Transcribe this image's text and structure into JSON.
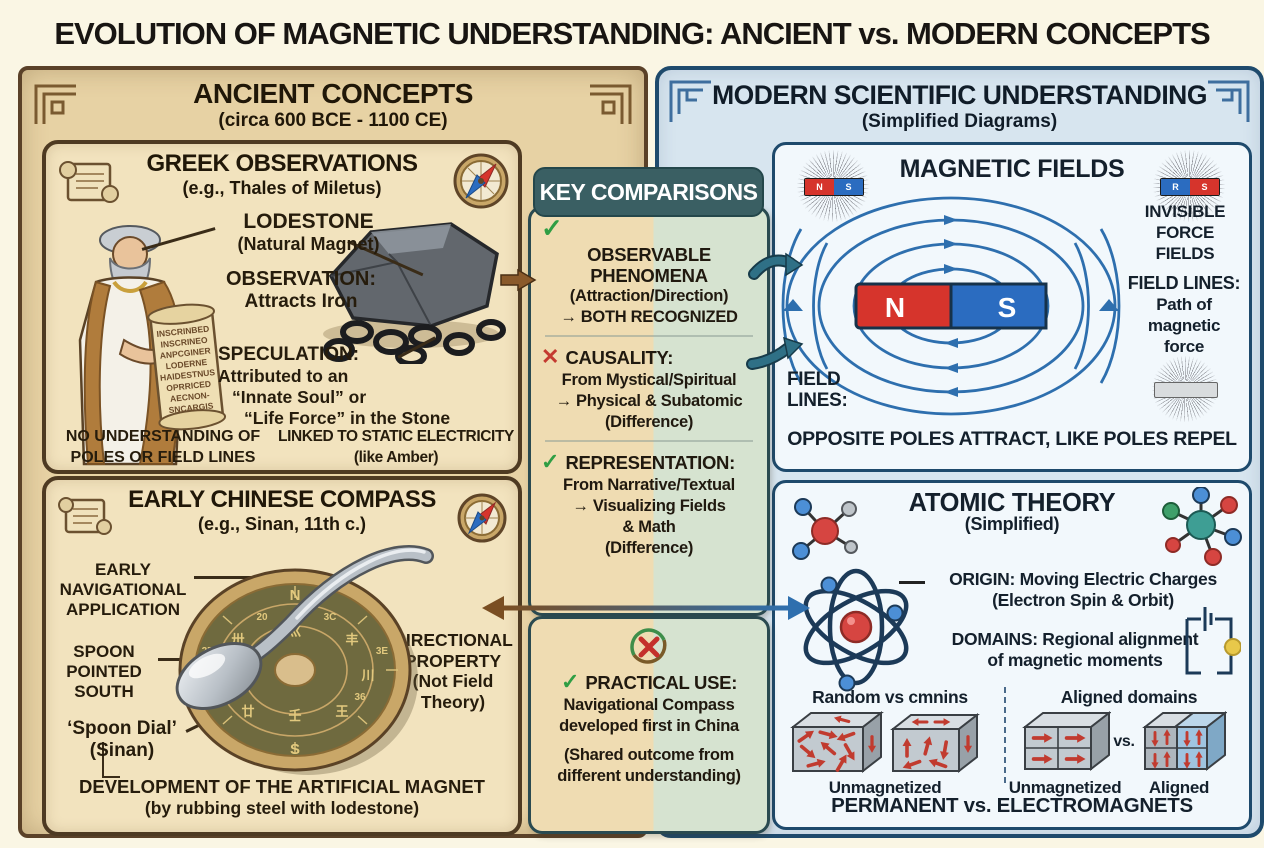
{
  "title": "EVOLUTION OF MAGNETIC UNDERSTANDING: ANCIENT vs. MODERN CONCEPTS",
  "ancient": {
    "title": "ANCIENT CONCEPTS",
    "subtitle": "(circa 600 BCE - 1100 CE)",
    "greek": {
      "title": "GREEK OBSERVATIONS",
      "subtitle": "(e.g., Thales of Miletus)",
      "lodestone": "LODESTONE",
      "lodestone_sub": "(Natural Magnet)",
      "observation": "OBSERVATION:",
      "observation_text": "Attracts Iron",
      "speculation": "SPECULATION:",
      "spec1": "Attributed to an",
      "spec2": "“Innate Soul” or",
      "spec3": "“Life Force” in the Stone",
      "noteL1": "NO UNDERSTANDING OF",
      "noteL2": "POLES OR FIELD LINES",
      "noteR1": "LINKED TO STATIC ELECTRICITY",
      "noteR2": "(like Amber)",
      "scroll_lines": [
        "INSCRINBED",
        "INSCRINEO",
        "ANPCGINER",
        "LODERNE",
        "HAIDESTNUS",
        "OPRRICED",
        "AECNON-",
        "SNCARGIS"
      ]
    },
    "chinese": {
      "title": "EARLY CHINESE COMPASS",
      "subtitle": "(e.g., Sinan, 11th c.)",
      "nav1": "EARLY",
      "nav2": "NAVIGATIONAL",
      "nav3": "APPLICATION",
      "sp1": "SPOON",
      "sp2": "POINTED",
      "sp3": "SOUTH",
      "dial1": "‘Spoon Dial’",
      "dial2": "(Sinan)",
      "dir1": "DIRECTIONAL",
      "dir2": "PROPERTY",
      "dir3": "(Not Field",
      "dir4": "Theory)",
      "bottom1": "DEVELOPMENT OF THE ARTIFICIAL MAGNET",
      "bottom2": "(by rubbing steel with lodestone)",
      "dial_n": "N",
      "dial_s": "S",
      "dial_chars": [
        "卅",
        "丰",
        "井",
        "川",
        "廿",
        "王",
        "巛",
        "壬"
      ],
      "dial_nums": [
        "20",
        "3C",
        "2R",
        "3E",
        "31",
        "36"
      ]
    }
  },
  "comparisons": {
    "header": "KEY COMPARISONS",
    "item1": {
      "title": "OBSERVABLE PHENOMENA",
      "l1": "(Attraction/Direction)",
      "l2": "→ BOTH RECOGNIZED"
    },
    "item2": {
      "title": "CAUSALITY:",
      "l1": "From Mystical/Spiritual",
      "l2": "→ Physical & Subatomic",
      "l3": "(Difference)"
    },
    "item3": {
      "title": "REPRESENTATION:",
      "l1": "From Narrative/Textual",
      "l2": "→ Visualizing Fields",
      "l3": "& Math",
      "l4": "(Difference)"
    },
    "item4": {
      "title": "PRACTICAL USE:",
      "l1": "Navigational Compass",
      "l2": "developed first in China",
      "n1": "(Shared outcome from",
      "n2": "different understanding)"
    }
  },
  "modern": {
    "title": "MODERN SCIENTIFIC UNDERSTANDING",
    "subtitle": "(Simplified Diagrams)",
    "fields": {
      "title": "MAGNETIC FIELDS",
      "n": "N",
      "s": "S",
      "inv1": "INVISIBLE",
      "inv2": "FORCE",
      "inv3": "FIELDS",
      "flr": "FIELD LINES:",
      "flr1": "Path of",
      "flr2": "magnetic",
      "flr3": "force",
      "fll1": "FIELD",
      "fll2": "LINES:",
      "bottom": "OPPOSITE POLES ATTRACT, LIKE POLES REPEL",
      "mini1_n": "N",
      "mini1_s": "S",
      "mini2_n": "R",
      "mini2_s": "S"
    },
    "atomic": {
      "title": "ATOMIC THEORY",
      "subtitle": "(Simplified)",
      "origin1": "ORIGIN: Moving Electric Charges",
      "origin2": "(Electron Spin & Orbit)",
      "dom1": "DOMAINS: Regional alignment",
      "dom2": "of magnetic moments",
      "random_label": "Random vs cmnins",
      "aligned_label": "Aligned domains",
      "unmag1": "Unmagnetized",
      "unmag2": "Unmagnetized",
      "vs": "vs.",
      "aligned": "Aligned",
      "bottom": "PERMANENT vs. ELECTROMAGNETS"
    }
  },
  "colors": {
    "parchment": "#E7D2A4",
    "parchment_light": "#F2E3BE",
    "brown_border": "#5A4128",
    "teal_header": "#3A5F63",
    "tan_half": "#EFDCB2",
    "green_half": "#D6E3D0",
    "modern_bg": "#D7E5EF",
    "modern_border": "#1E4A6C",
    "panel_bg": "#F2F8FC",
    "magnet_red": "#D6342C",
    "magnet_blue": "#2B6CC0",
    "field_blue": "#2E6FAE",
    "check_green": "#2F9E44",
    "cross_red": "#C43A30",
    "arrow_brown": "#8A5A2B",
    "arrow_teal": "#2F7086"
  }
}
